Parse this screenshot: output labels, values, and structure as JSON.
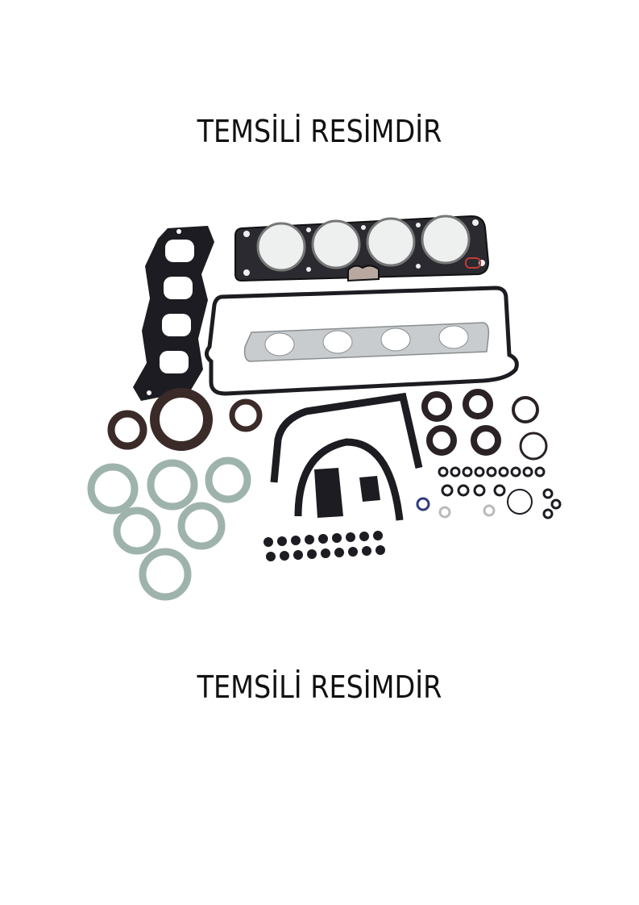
{
  "page": {
    "caption_top": "TEMSİLİ RESİMDİR",
    "caption_bottom": "TEMSİLİ RESİMDİR",
    "image": {
      "subject": "engine-gasket-kit-photo",
      "colors": {
        "gasket_black": "#1c1c22",
        "metal_gasket": "#c9ccce",
        "seal_brown": "#3a2a28",
        "fiber_ring": "#9fb3ad",
        "red_oring": "#c23a35",
        "background": "#ffffff"
      }
    }
  }
}
